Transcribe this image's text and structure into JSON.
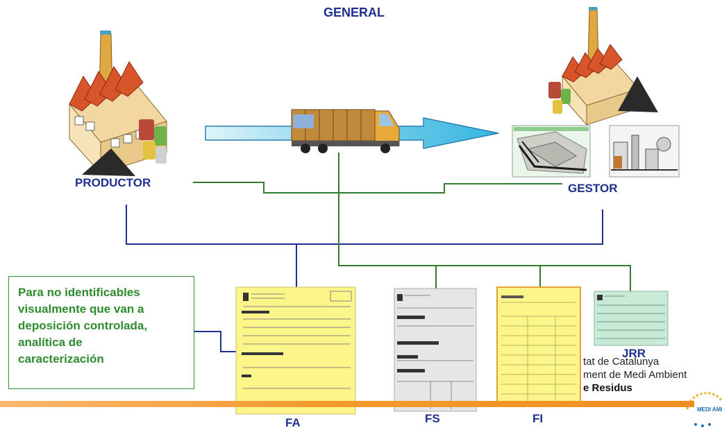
{
  "title": "GENERAL",
  "nodes": {
    "productor": "PRODUCTOR",
    "gestor": "GESTOR"
  },
  "note": {
    "lines": [
      "Para no identificables",
      "visualmente que van  a",
      "deposición controlada,",
      "analítica de",
      "caracterización"
    ]
  },
  "documents": {
    "fa": "FA",
    "fs": "FS",
    "fi": "FI",
    "jrr": "JRR"
  },
  "institution": {
    "line1": "tat de Catalunya",
    "line2": "ment de Medi Ambient",
    "line3": "e Residus",
    "logo_text": "MEDI AMBI"
  },
  "colors": {
    "title": "#1d2f8f",
    "note": "#2e8b2e",
    "connector_blue": "#1d2f8f",
    "connector_green": "#2e7d2e",
    "footer": "#ef8e20",
    "form_yellow": "#fbf58a",
    "form_green": "#c9ead6"
  }
}
